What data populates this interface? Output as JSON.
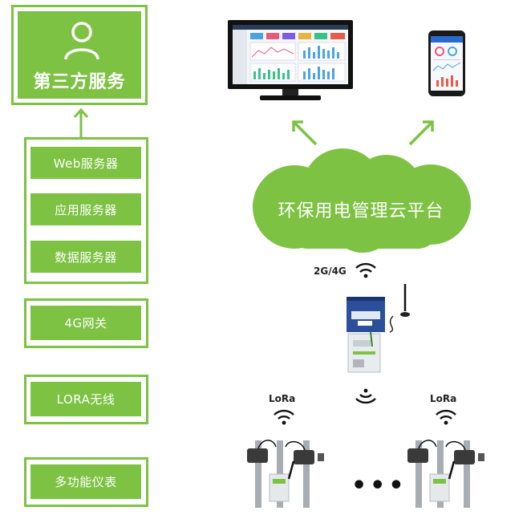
{
  "colors": {
    "accent": "#7dc242",
    "dark": "#222222"
  },
  "left_stack": {
    "third_party": "第三方服务",
    "servers": {
      "web": "Web服务器",
      "app": "应用服务器",
      "data": "数据服务器"
    },
    "gateway": "4G网关",
    "lora": "LORA无线",
    "meter": "多功能仪表"
  },
  "right_diagram": {
    "cloud_label": "环保用电管理云平台",
    "network_label": "2G/4G",
    "lora_left": "LoRa",
    "lora_right": "LoRa"
  },
  "icons": [
    "user-icon",
    "arrow-up-icon",
    "monitor-icon",
    "phone-icon",
    "wifi-icon",
    "antenna-icon"
  ]
}
